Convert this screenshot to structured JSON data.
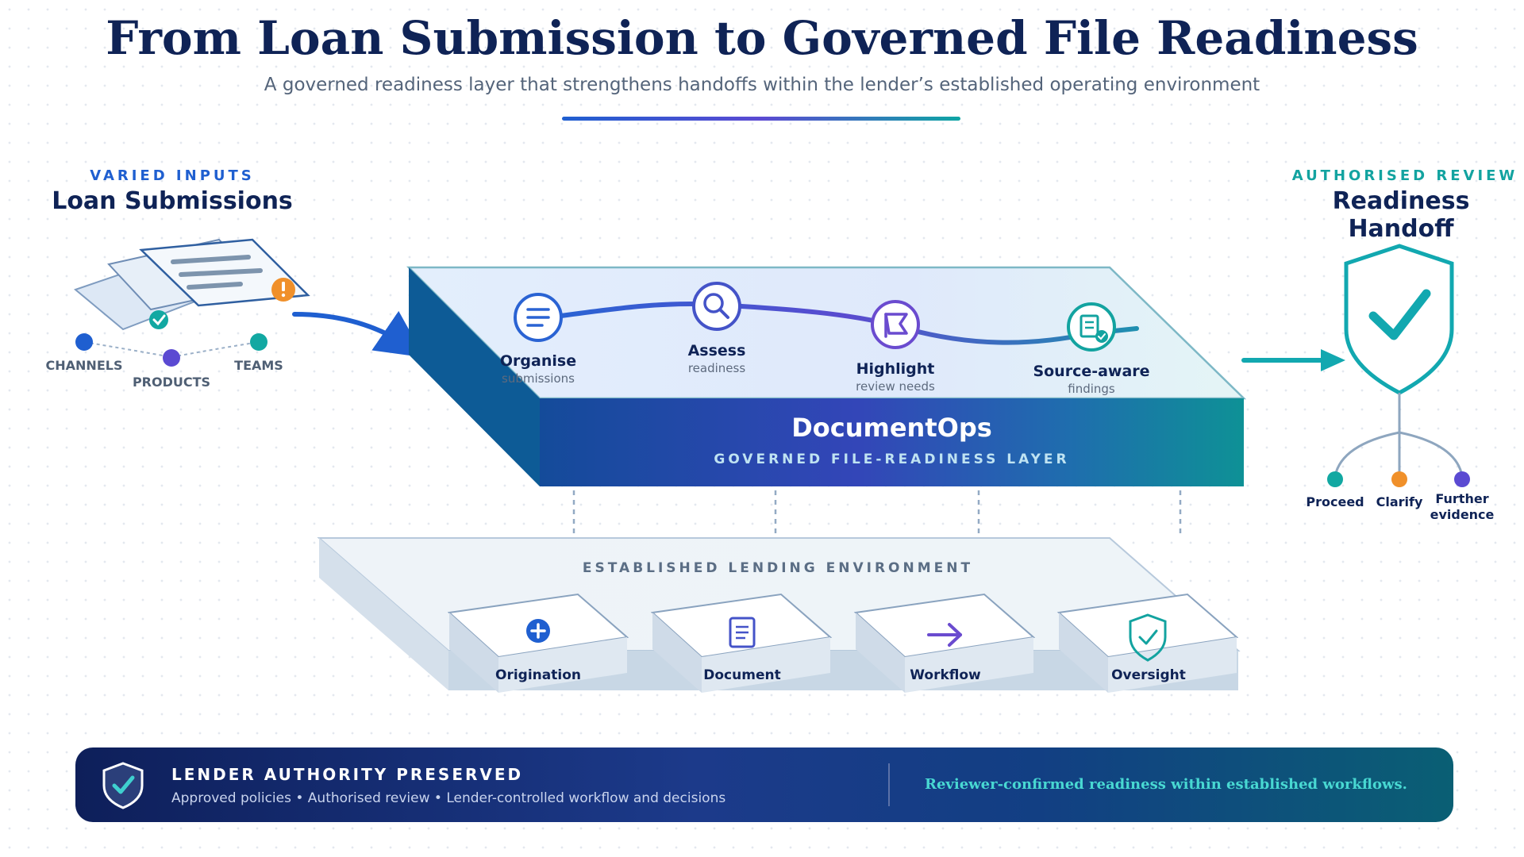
{
  "header": {
    "title": "From Loan Submission to Governed File Readiness",
    "subtitle": "A governed readiness layer that strengthens handoffs within the lender’s established operating environment"
  },
  "inputs": {
    "eyebrow": "VARIED INPUTS",
    "title": "Loan Submissions",
    "nodes": [
      "CHANNELS",
      "PRODUCTS",
      "TEAMS"
    ]
  },
  "platform": {
    "name": "DocumentOps",
    "tagline": "GOVERNED FILE-READINESS LAYER",
    "stages": [
      {
        "title": "Organise",
        "sub": "submissions",
        "icon": "list-icon"
      },
      {
        "title": "Assess",
        "sub": "readiness",
        "icon": "magnifier-icon"
      },
      {
        "title": "Highlight",
        "sub": "review needs",
        "icon": "flag-icon"
      },
      {
        "title": "Source-aware",
        "sub": "findings",
        "icon": "document-check-icon"
      }
    ]
  },
  "environment": {
    "label": "ESTABLISHED LENDING ENVIRONMENT",
    "modules": [
      {
        "label": "Origination",
        "icon": "plus-circle-icon"
      },
      {
        "label": "Document",
        "icon": "document-icon"
      },
      {
        "label": "Workflow",
        "icon": "arrow-right-icon"
      },
      {
        "label": "Oversight",
        "icon": "shield-check-icon"
      }
    ]
  },
  "handoff": {
    "eyebrow": "AUTHORISED REVIEW",
    "title": "Readiness Handoff",
    "outcomes": [
      "Proceed",
      "Clarify",
      "Further evidence"
    ]
  },
  "banner": {
    "title": "LENDER AUTHORITY PRESERVED",
    "subtitle": "Approved policies • Authorised review • Lender-controlled workflow and decisions",
    "tagline": "Reviewer-confirmed readiness within established workflows."
  },
  "colors": {
    "navy": "#0f2356",
    "blue": "#1f5fd0",
    "purple": "#5b4ad2",
    "teal": "#0ea5a4",
    "orange": "#f0902a"
  }
}
